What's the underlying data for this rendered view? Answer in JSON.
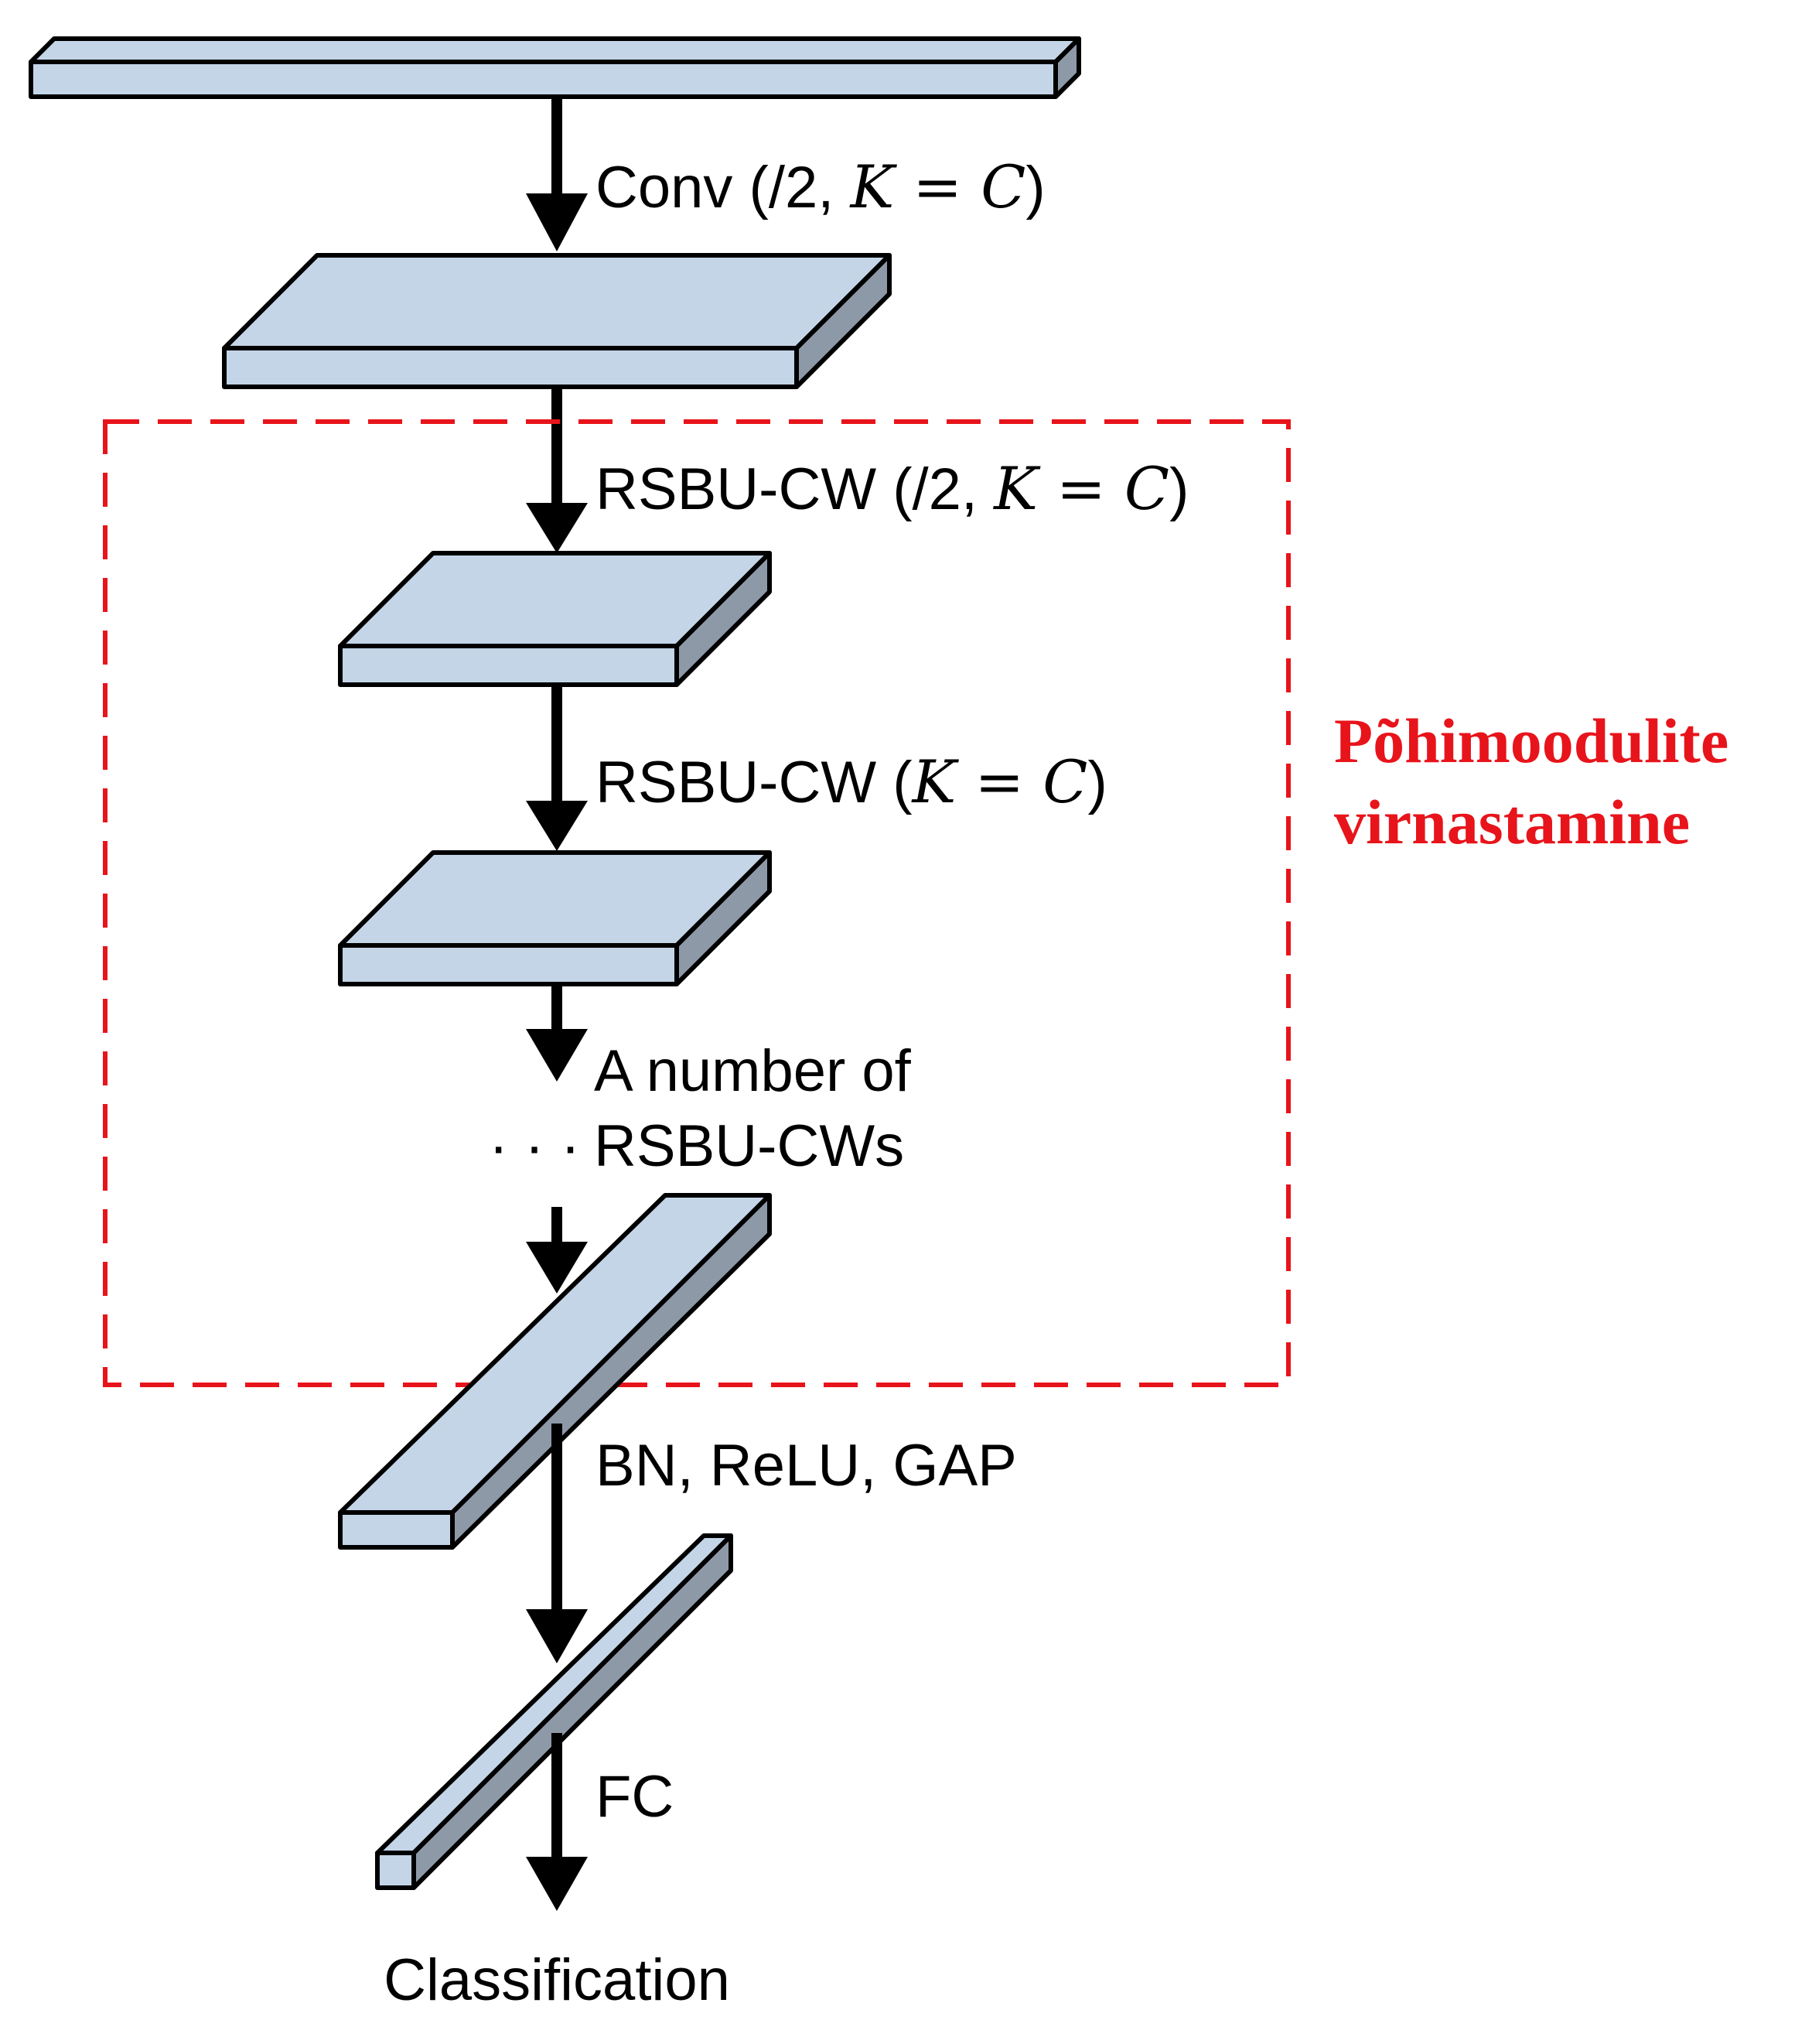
{
  "labels": {
    "conv": {
      "pre": "Conv (/2, ",
      "k": "K",
      "eq": " = ",
      "c": "C",
      "post": ")"
    },
    "rsbu1": {
      "pre": "RSBU-CW (/2, ",
      "k": "K",
      "eq": " = ",
      "c": "C",
      "post": ")"
    },
    "rsbu2": {
      "pre": "RSBU-CW (",
      "k": "K",
      "eq": " = ",
      "c": "C",
      "post": ")"
    },
    "many_line1": "A number of",
    "many_line2": "RSBU-CWs",
    "ellipsis": "· · ·",
    "bn": "BN, ReLU, GAP",
    "fc": "FC",
    "classification": "Classification"
  },
  "side_note": {
    "line1": "Põhimoodulite",
    "line2": "virnastamine"
  },
  "colors": {
    "block_face": "#c4d5e8",
    "block_side": "#8e99a8",
    "highlight_box": "#e8141b",
    "side_note_text": "#e8141b",
    "arrow": "#000000"
  }
}
